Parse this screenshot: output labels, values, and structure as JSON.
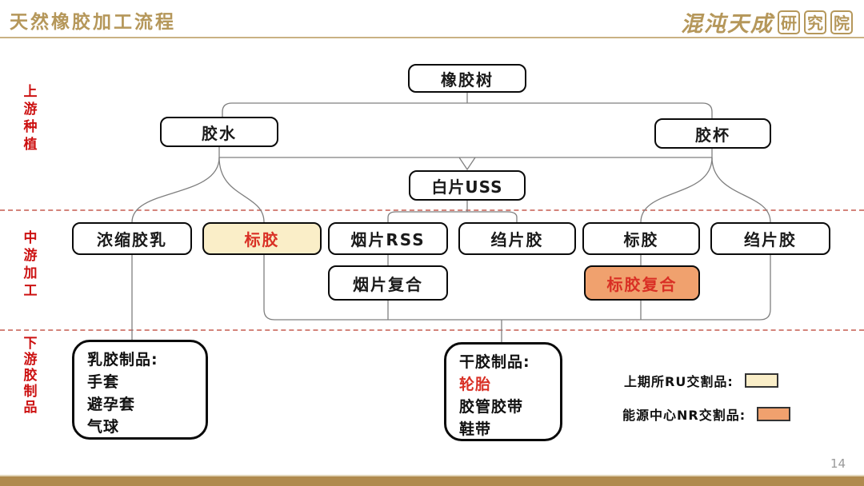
{
  "header": {
    "title": "天然橡胶加工流程",
    "logo_name": "混沌天成",
    "logo_suffix": [
      "研",
      "究",
      "院"
    ]
  },
  "stage_labels": [
    "上游种植",
    "中游加工",
    "下游胶制品"
  ],
  "nodes": {
    "tree": "橡胶树",
    "latex_water": "胶水",
    "cup_lump": "胶杯",
    "uss": "白片USS",
    "row": [
      "浓缩胶乳",
      "标胶",
      "烟片RSS",
      "绉片胶",
      "标胶",
      "绉片胶"
    ],
    "smoked_compound": "烟片复合",
    "std_compound": "标胶复合"
  },
  "products": {
    "latex": {
      "title": "乳胶制品:",
      "items": [
        "手套",
        "避孕套",
        "气球"
      ]
    },
    "dry": {
      "title": "干胶制品:",
      "items": [
        "轮胎",
        "胶管胶带",
        "鞋带"
      ]
    }
  },
  "legend": [
    {
      "label": "上期所RU交割品:",
      "color": "#FAEEC8"
    },
    {
      "label": "能源中心NR交割品:",
      "color": "#F0A16E"
    }
  ],
  "page_number": "14",
  "colors": {
    "accent_gold": "#B5975A",
    "stage_label_red": "#CC1111",
    "highlight_text_red": "#D93025",
    "ru_cream": "#FAEEC8",
    "nr_orange": "#F0A16E",
    "divider_dashed": "#D4847B",
    "footer_bar": "#B08A4E",
    "connector_gray": "#7F7F7F"
  }
}
